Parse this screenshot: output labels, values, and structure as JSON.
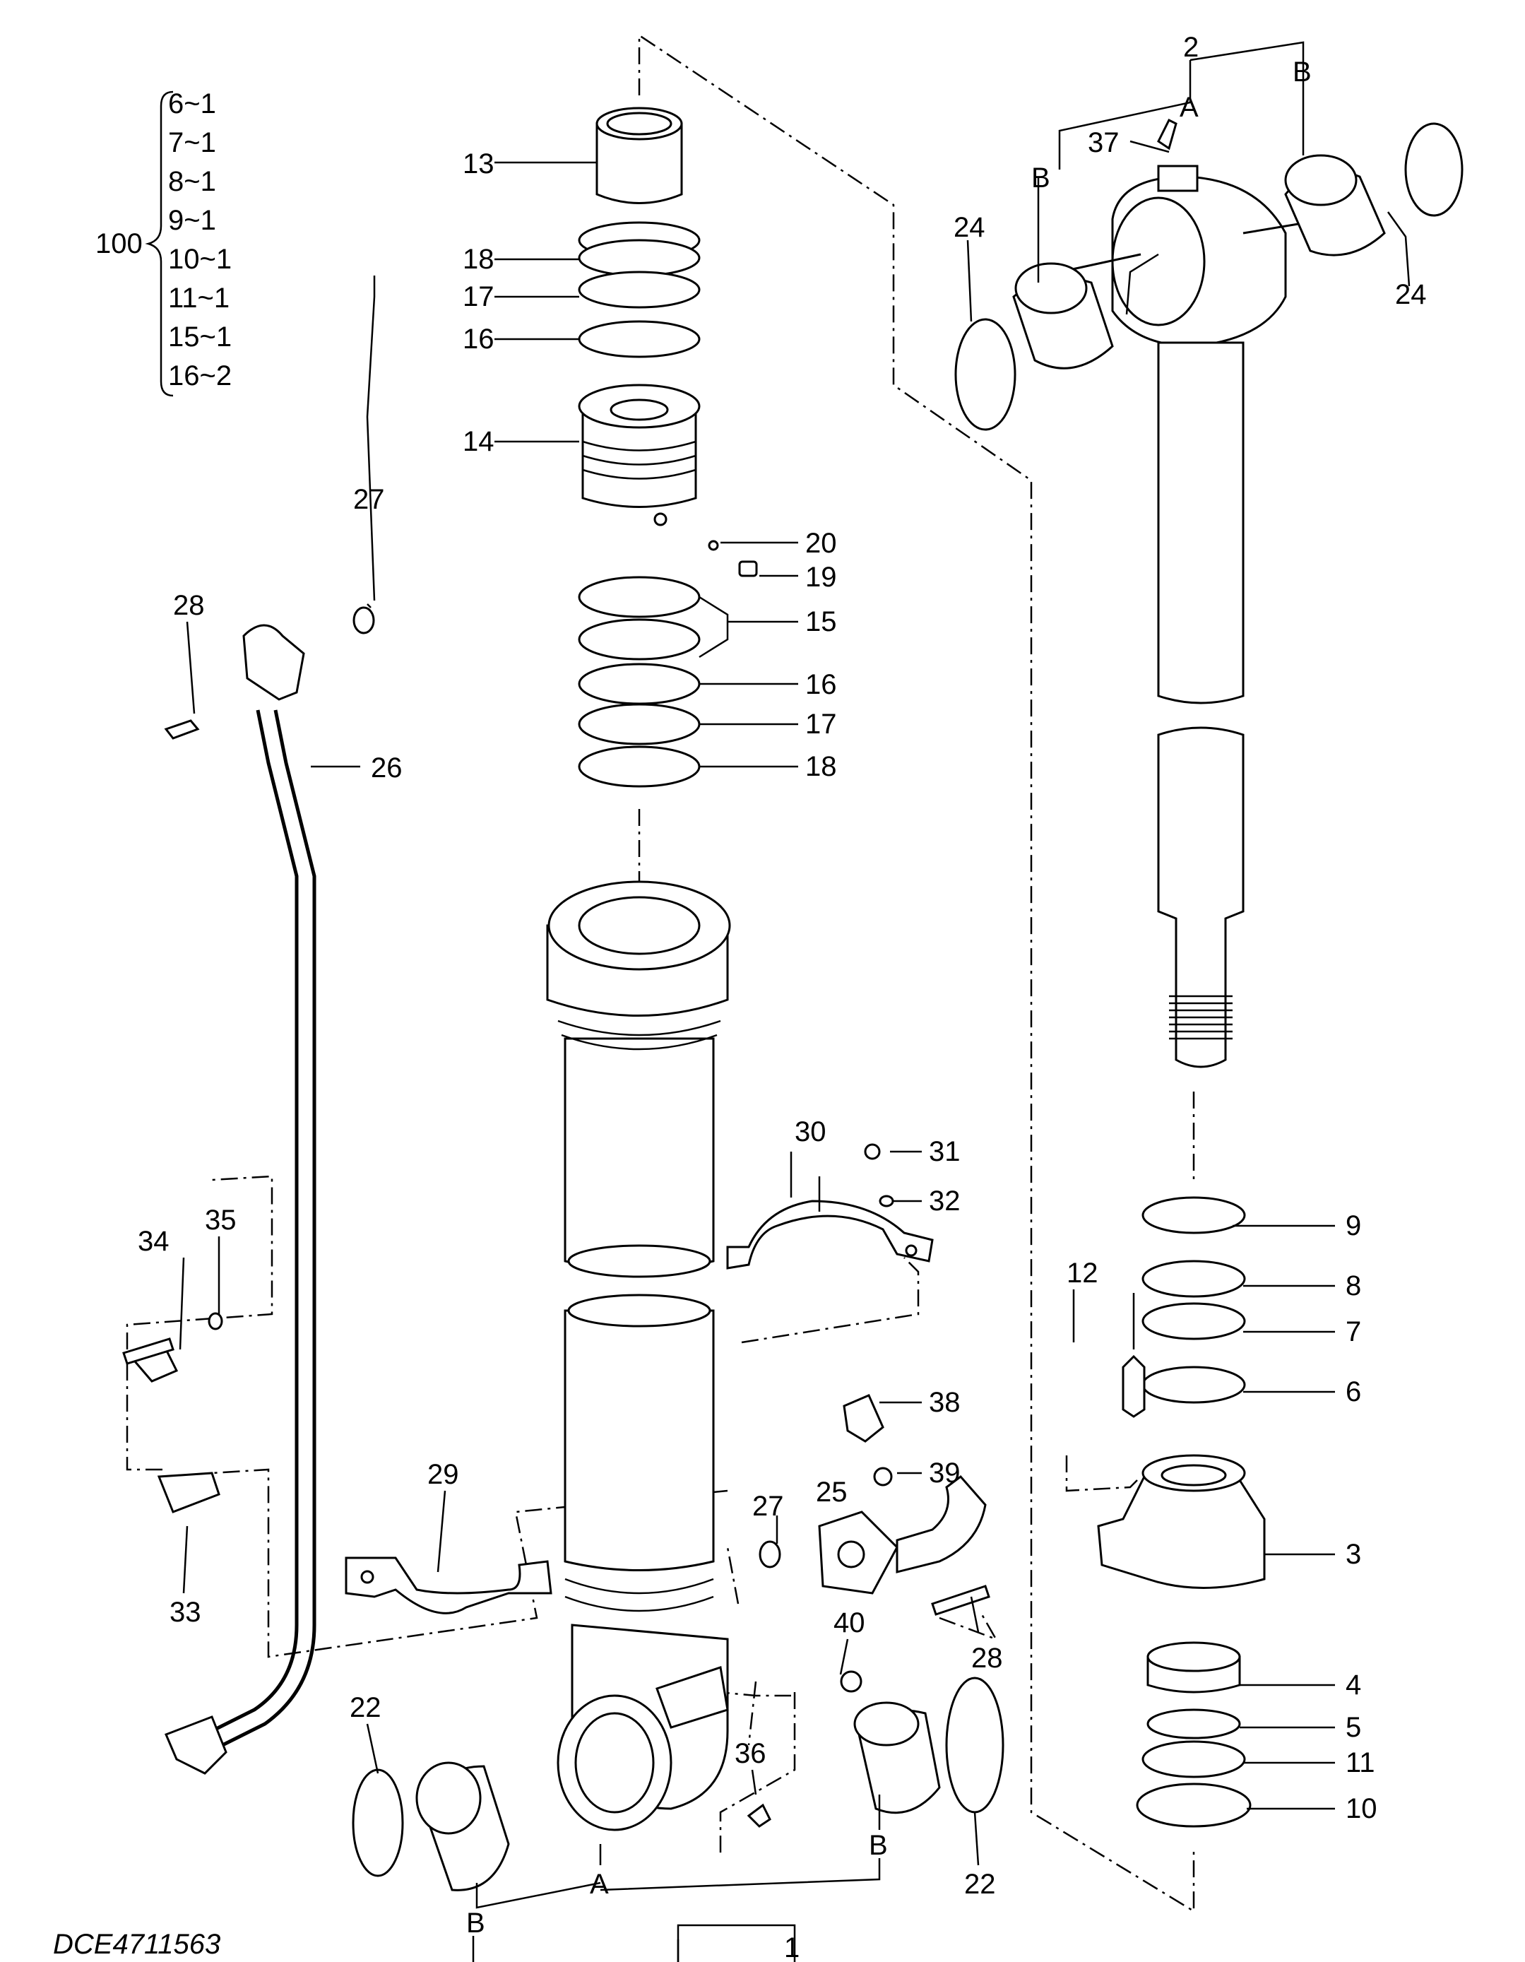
{
  "kit": {
    "label": "100",
    "items": [
      "6~1",
      "7~1",
      "8~1",
      "9~1",
      "10~1",
      "11~1",
      "15~1",
      "16~2"
    ]
  },
  "drawing_code": "DCE4711563",
  "callouts": {
    "n1": "1",
    "n2": "2",
    "n3": "3",
    "n4": "4",
    "n5": "5",
    "n6": "6",
    "n7": "7",
    "n8": "8",
    "n9": "9",
    "n10": "10",
    "n11": "11",
    "n12": "12",
    "n13": "13",
    "n14": "14",
    "n15": "15",
    "n16a": "16",
    "n16b": "16",
    "n17a": "17",
    "n17b": "17",
    "n18a": "18",
    "n18b": "18",
    "n19": "19",
    "n20": "20",
    "n22a": "22",
    "n22b": "22",
    "n24a": "24",
    "n24b": "24",
    "n25": "25",
    "n26": "26",
    "n27a": "27",
    "n27b": "27",
    "n28a": "28",
    "n28b": "28",
    "n29": "29",
    "n30": "30",
    "n31": "31",
    "n32": "32",
    "n33": "33",
    "n34": "34",
    "n35": "35",
    "n36": "36",
    "n37": "37",
    "n38": "38",
    "n39": "39",
    "n40": "40",
    "rodA": "A",
    "rodB1": "B",
    "rodB2": "B",
    "tubeA": "A",
    "tubeB1": "B",
    "tubeB2": "B"
  }
}
